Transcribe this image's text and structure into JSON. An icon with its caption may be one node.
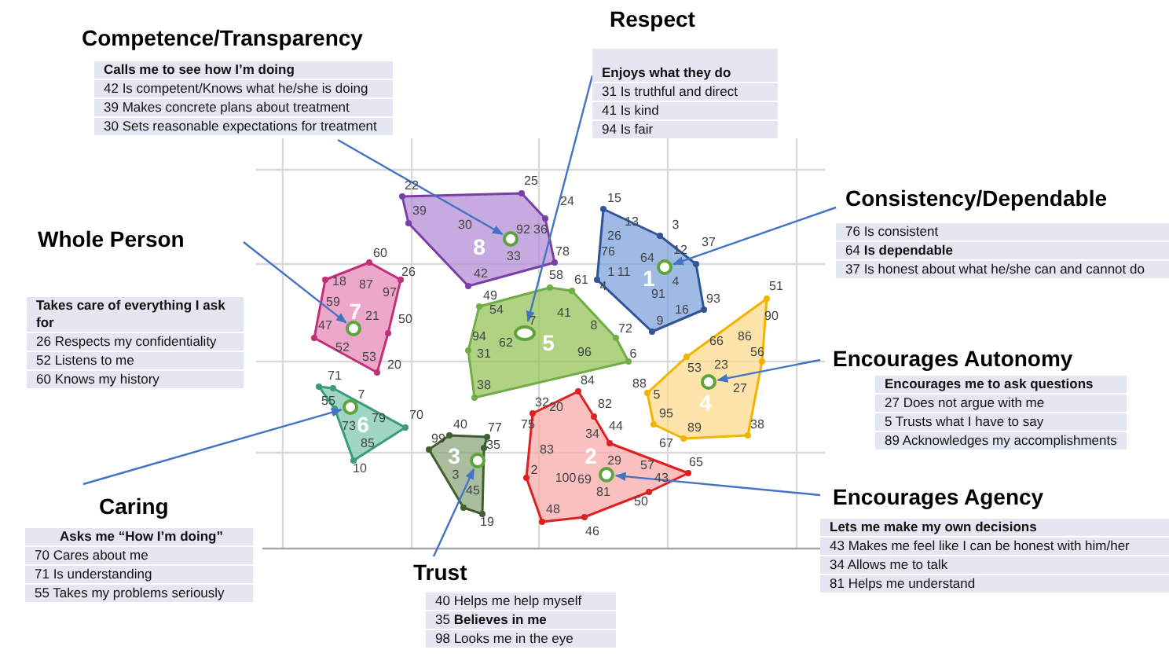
{
  "diagram": {
    "nodes": [
      {
        "text": [
          "Competence/Transparency",
          "**Calls me to see how I’m doing**",
          "42 Is competent/Knows what he/she is doing",
          "39 Makes concrete plans about treatment",
          "30 Sets reasonable expectations for treatment"
        ]
      },
      {
        "text": [
          "Respect",
          "**Enjoys what they do**",
          "31 Is truthful and direct",
          "41 Is kind",
          "94 Is fair"
        ]
      },
      {
        "text": [
          "Consistency/Dependable",
          "76 Is consistent",
          "64 **Is dependable**",
          "37 Is honest about what he/she can and cannot do"
        ]
      },
      {
        "text": [
          "Whole Person",
          "**Takes care of everything I ask for**",
          "26 Respects my confidentiality",
          "52 Listens to me",
          "60 Knows my history"
        ]
      },
      {
        "text": [
          "8"
        ]
      },
      {
        "text": [],
        "shape": "circle",
        "in": 4
      },
      {
        "text": [
          "1"
        ]
      },
      {
        "text": [],
        "shape": "circle",
        "in": 6
      },
      {
        "text": [
          "7"
        ]
      },
      {
        "text": [],
        "shape": "circle",
        "in": 8
      },
      {
        "text": [
          "5"
        ]
      },
      {
        "text": [],
        "shape": "circle",
        "in": 10
      },
      {
        "text": [
          "Encourages Autonomy",
          "**Encourages me to ask questions**",
          "27 Does not argue with me",
          "5 Trusts what I have to say",
          "89 Acknowledges my accomplishments"
        ]
      },
      {
        "text": [
          "6"
        ]
      },
      {
        "text": [],
        "shape": "circle",
        "in": 13
      },
      {
        "text": [
          "3"
        ]
      },
      {
        "text": [],
        "shape": "circle",
        "in": 15
      },
      {
        "text": [
          "2"
        ]
      },
      {
        "text": [],
        "shape": "circle",
        "in": 17
      },
      {
        "text": [
          "4"
        ]
      },
      {
        "text": [],
        "shape": "circle",
        "in": 19
      },
      {
        "text": [
          "Caring",
          "**Asks me “How I’m doing”**",
          "70 Cares about me",
          "71 Is understanding",
          "55 Takes my problems seriously"
        ]
      },
      {
        "text": [
          "Encourages Agency",
          "**Lets me make my own decisions**",
          "43 Makes me feel like I can be honest with him/her",
          "34 Allows me to talk",
          "81 Helps me understand"
        ]
      },
      {
        "text": [
          "Trust",
          "40 Helps me help myself",
          "35 **Believes in me**",
          "98 Looks me in the eye"
        ]
      }
    ],
    "edges": [
      {
        "from": 0,
        "to": 5,
        "arrow": "to"
      },
      {
        "from": 1,
        "to": 11,
        "arrow": "to"
      },
      {
        "from": 2,
        "to": 7,
        "arrow": "to"
      },
      {
        "from": 3,
        "to": 9,
        "arrow": "to"
      },
      {
        "from": 12,
        "to": 20,
        "arrow": "to"
      },
      {
        "from": 22,
        "to": 18,
        "arrow": "to"
      },
      {
        "from": 21,
        "to": 14,
        "arrow": "to"
      },
      {
        "from": 23,
        "to": 16,
        "arrow": "to"
      }
    ],
    "labels": [
      "22",
      "25",
      "39",
      "24",
      "30",
      "92",
      "36",
      "33",
      "78",
      "42",
      "15",
      "13",
      "3",
      "26",
      "76",
      "64",
      "12",
      "37",
      "1",
      "11",
      "4",
      "4",
      "91",
      "16",
      "93",
      "9",
      "60",
      "18",
      "87",
      "26",
      "97",
      "59",
      "21",
      "50",
      "47",
      "52",
      "53",
      "20",
      "49",
      "58",
      "61",
      "54",
      "41",
      "7",
      "8",
      "72",
      "94",
      "62",
      "31",
      "96",
      "6",
      "38",
      "71",
      "7",
      "55",
      "73",
      "79",
      "70",
      "85",
      "10",
      "40",
      "77",
      "99",
      "35",
      "3",
      "45",
      "19",
      "84",
      "32",
      "20",
      "82",
      "75",
      "44",
      "34",
      "83",
      "29",
      "57",
      "65",
      "2",
      "100",
      "69",
      "43",
      "81",
      "50",
      "48",
      "46",
      "51",
      "90",
      "66",
      "86",
      "56",
      "53",
      "23",
      "88",
      "27",
      "5",
      "95",
      "89",
      "38",
      "67"
    ]
  }
}
